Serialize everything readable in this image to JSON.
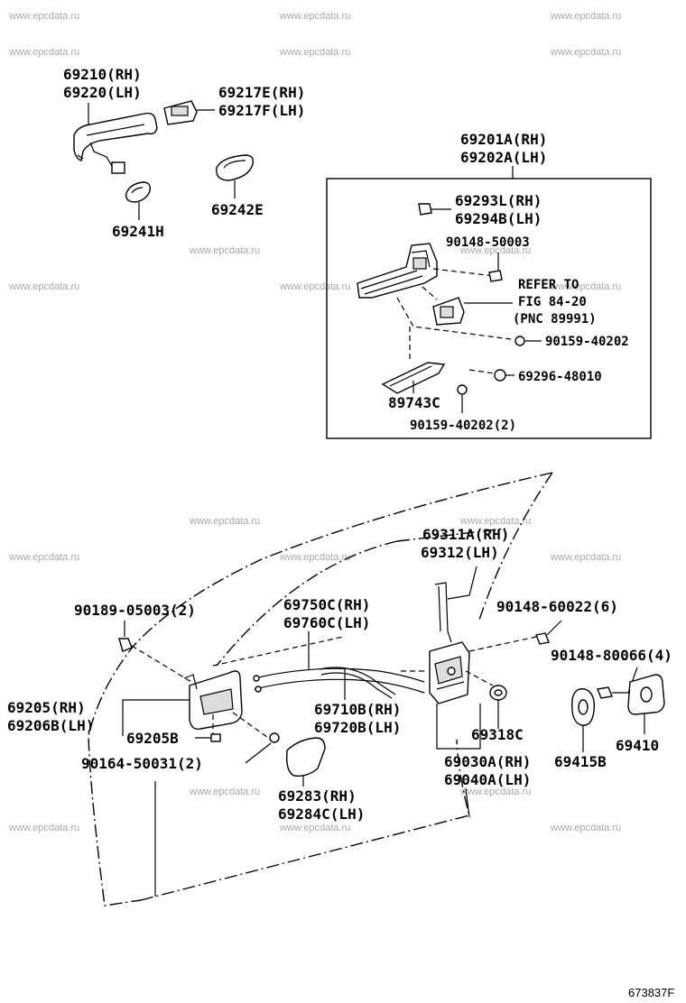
{
  "watermark": "www.epcdata.ru",
  "illustration_code": "673837F",
  "labels": {
    "p69210": "69210(RH)",
    "p69220": "69220(LH)",
    "p69217e": "69217E(RH)",
    "p69217f": "69217F(LH)",
    "p69241h": "69241H",
    "p69242e": "69242E",
    "p69201a": "69201A(RH)",
    "p69202a": "69202A(LH)",
    "p69293l": "69293L(RH)",
    "p69294b": "69294B(LH)",
    "p90148_50003": "90148-50003",
    "refer1": "REFER TO",
    "refer2": "FIG 84-20",
    "refer3": "(PNC 89991)",
    "p90159_40202": "90159-40202",
    "p69296": "69296-48010",
    "p89743c": "89743C",
    "p90159_40202_2": "90159-40202(2)",
    "p69311a": "69311A(RH)",
    "p69312": "69312(LH)",
    "p90189": "90189-05003(2)",
    "p69750c": "69750C(RH)",
    "p69760c": "69760C(LH)",
    "p90148_60022": "90148-60022(6)",
    "p90148_80066": "90148-80066(4)",
    "p69205": "69205(RH)",
    "p69206b": "69206B(LH)",
    "p69710b": "69710B(RH)",
    "p69720b": "69720B(LH)",
    "p69205b": "69205B",
    "p69318c": "69318C",
    "p69410": "69410",
    "p90164": "90164-50031(2)",
    "p69030a": "69030A(RH)",
    "p69040a": "69040A(LH)",
    "p69415b": "69415B",
    "p69283": "69283(RH)",
    "p69284c": "69284C(LH)"
  }
}
